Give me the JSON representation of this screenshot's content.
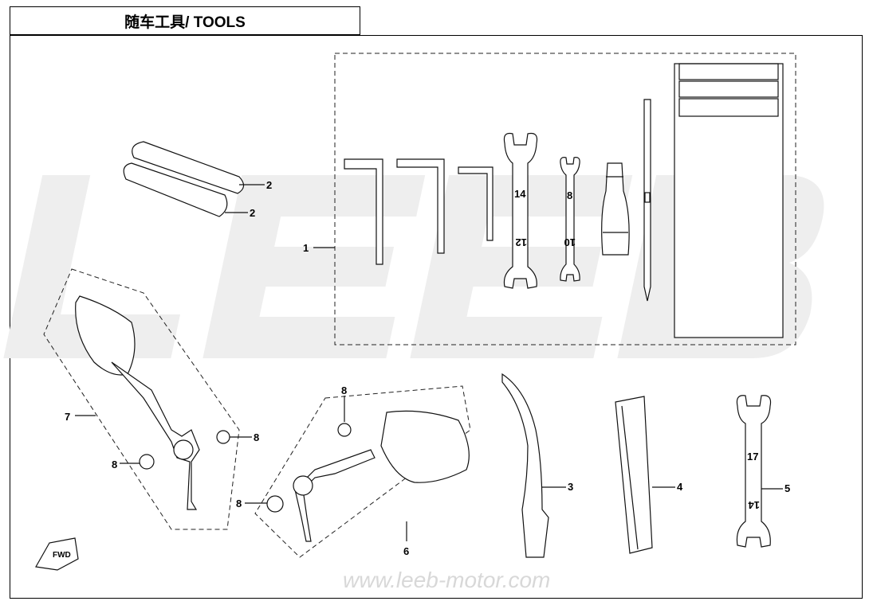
{
  "title": "随车工具/ TOOLS",
  "watermark": {
    "brand": "LEEB",
    "url": "www.leeb-motor.com"
  },
  "fwd_icon": {
    "text": "FWD"
  },
  "callouts": {
    "c1": "1",
    "c2a": "2",
    "c2b": "2",
    "c3": "3",
    "c4": "4",
    "c5": "5",
    "c6": "6",
    "c7": "7",
    "c8a": "8",
    "c8b": "8",
    "c8c": "8",
    "c8d": "8"
  },
  "wrench_marks": {
    "big_top": "14",
    "big_bottom": "12",
    "small_top": "8",
    "small_bottom": "10",
    "loose_top": "17",
    "loose_bottom": "14"
  }
}
